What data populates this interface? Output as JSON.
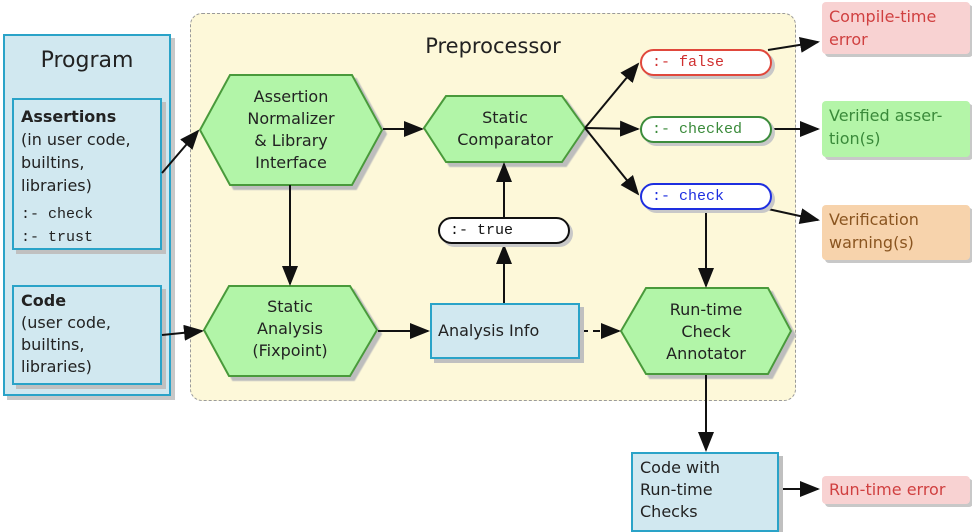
{
  "preprocessor": {
    "title": "Preprocessor"
  },
  "program": {
    "title": "Program",
    "assertions": {
      "heading": "Assertions",
      "lines": [
        "(in user code,",
        "builtins,",
        "libraries)"
      ],
      "code": [
        ":- check",
        ":- trust"
      ]
    },
    "code": {
      "heading": "Code",
      "lines": [
        "(user code,",
        "builtins,",
        "libraries)"
      ]
    }
  },
  "nodes": {
    "normalizer": [
      "Assertion",
      "Normalizer",
      "& Library",
      "Interface"
    ],
    "comparator": [
      "Static",
      "Comparator"
    ],
    "static_analysis": [
      "Static",
      "Analysis",
      "(Fixpoint)"
    ],
    "analysis_info": "Analysis Info",
    "rt_annotator": [
      "Run-time",
      "Check",
      "Annotator"
    ],
    "rt_checks": [
      "Code with",
      "Run-time",
      "Checks"
    ]
  },
  "pills": {
    "false": ":- false",
    "checked": ":- checked",
    "check": ":- check",
    "true": ":- true"
  },
  "outcomes": {
    "compile_error": [
      "Compile-time",
      "error"
    ],
    "verified": [
      "Verified asser-",
      "tion(s)"
    ],
    "warning": [
      "Verification",
      "warning(s)"
    ],
    "runtime_error": "Run-time error"
  },
  "colors": {
    "hex_fill": "#b2f5a8",
    "hex_stroke": "#4a9a3a",
    "box_fill": "#d1e8f0",
    "box_stroke": "#2aa3c8",
    "preproc_fill": "#fdf8d9"
  }
}
